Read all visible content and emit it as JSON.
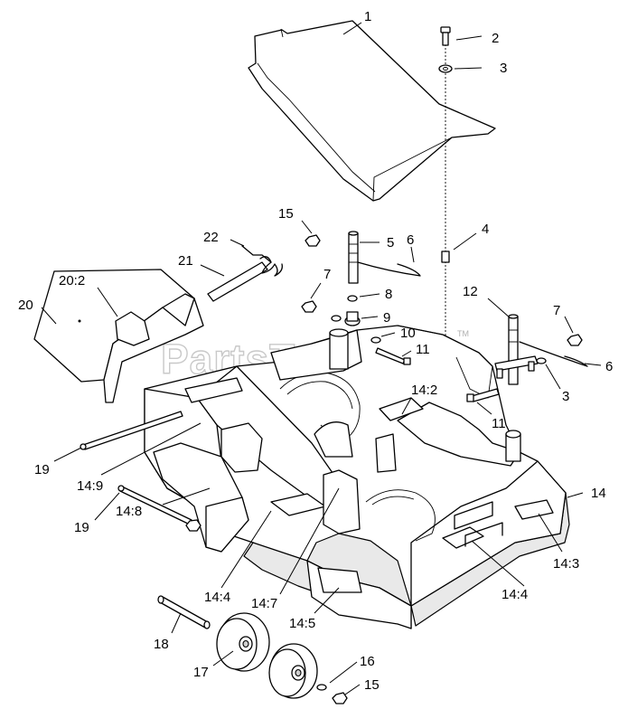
{
  "watermark": {
    "text": "PartsTree",
    "trademark": "TM"
  },
  "callouts": [
    {
      "id": "c1",
      "label": "1"
    },
    {
      "id": "c2",
      "label": "2"
    },
    {
      "id": "c3a",
      "label": "3"
    },
    {
      "id": "c4",
      "label": "4"
    },
    {
      "id": "c5",
      "label": "5"
    },
    {
      "id": "c6a",
      "label": "6"
    },
    {
      "id": "c7a",
      "label": "7"
    },
    {
      "id": "c8",
      "label": "8"
    },
    {
      "id": "c9",
      "label": "9"
    },
    {
      "id": "c10",
      "label": "10"
    },
    {
      "id": "c11a",
      "label": "11"
    },
    {
      "id": "c12",
      "label": "12"
    },
    {
      "id": "c7b",
      "label": "7"
    },
    {
      "id": "c6b",
      "label": "6"
    },
    {
      "id": "c3b",
      "label": "3"
    },
    {
      "id": "c11b",
      "label": "11"
    },
    {
      "id": "c14_2",
      "label": "14:2"
    },
    {
      "id": "c14",
      "label": "14"
    },
    {
      "id": "c14_3",
      "label": "14:3"
    },
    {
      "id": "c14_4b",
      "label": "14:4"
    },
    {
      "id": "c14_5",
      "label": "14:5"
    },
    {
      "id": "c14_7",
      "label": "14:7"
    },
    {
      "id": "c14_4a",
      "label": "14:4"
    },
    {
      "id": "c14_8",
      "label": "14:8"
    },
    {
      "id": "c14_9",
      "label": "14:9"
    },
    {
      "id": "c15a",
      "label": "15"
    },
    {
      "id": "c22",
      "label": "22"
    },
    {
      "id": "c21",
      "label": "21"
    },
    {
      "id": "c20_2",
      "label": "20:2"
    },
    {
      "id": "c20",
      "label": "20"
    },
    {
      "id": "c19a",
      "label": "19"
    },
    {
      "id": "c19b",
      "label": "19"
    },
    {
      "id": "c18",
      "label": "18"
    },
    {
      "id": "c17",
      "label": "17"
    },
    {
      "id": "c16",
      "label": "16"
    },
    {
      "id": "c15b",
      "label": "15"
    }
  ]
}
